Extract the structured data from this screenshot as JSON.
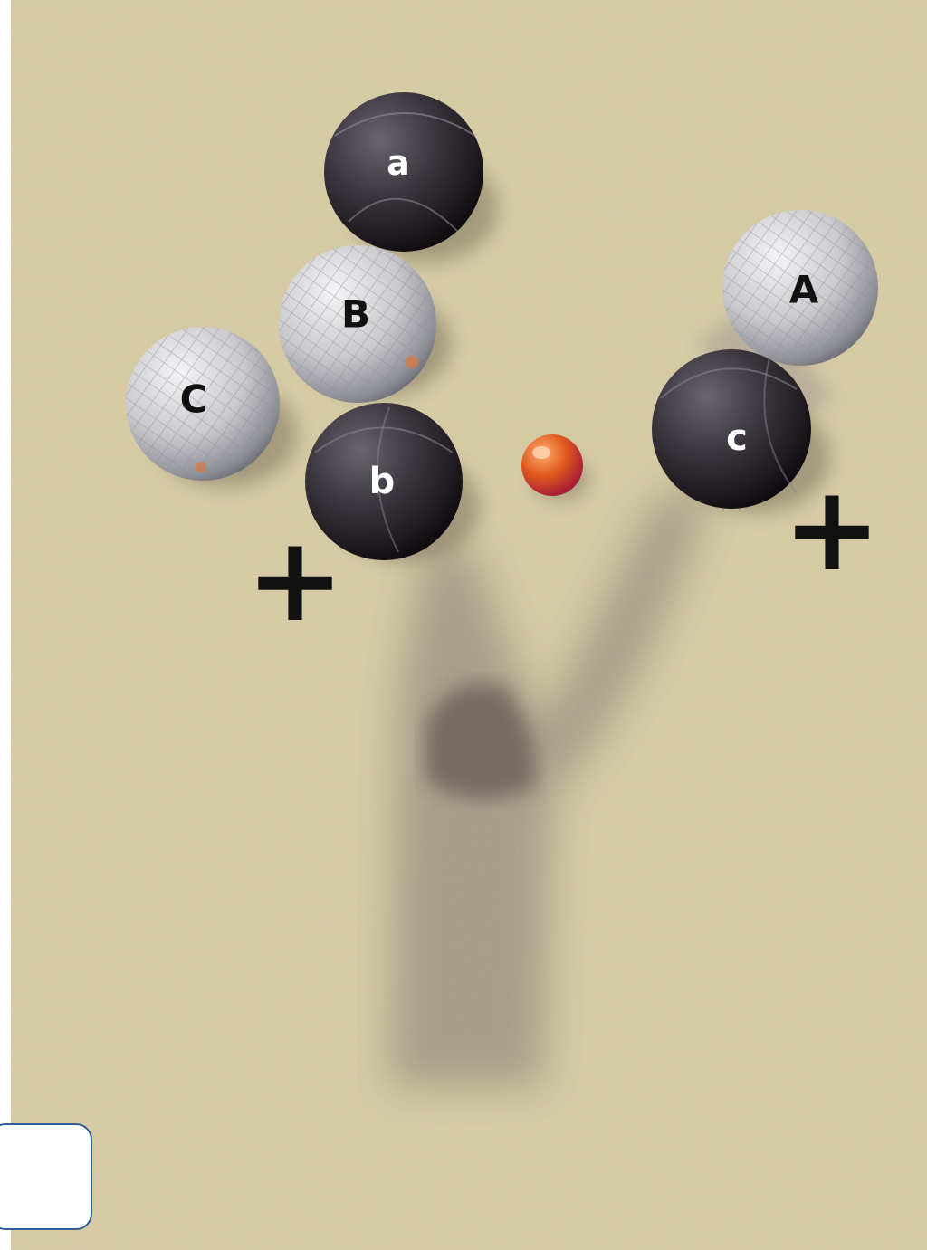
{
  "scene": {
    "balls": [
      {
        "label": "a",
        "finish": "dark-steel"
      },
      {
        "label": "B",
        "finish": "silver-crosshatch"
      },
      {
        "label": "A",
        "finish": "silver-crosshatch"
      },
      {
        "label": "C",
        "finish": "silver-crosshatch"
      },
      {
        "label": "c",
        "finish": "dark-steel"
      },
      {
        "label": "b",
        "finish": "dark-steel"
      }
    ],
    "jack": {
      "color": "#e0591e"
    },
    "markers": [
      "+",
      "+"
    ],
    "colors": {
      "sand": "#ddd0a4",
      "dark_label": "#ffffff",
      "light_label": "#111111",
      "box_border": "#2f5f9a"
    }
  }
}
